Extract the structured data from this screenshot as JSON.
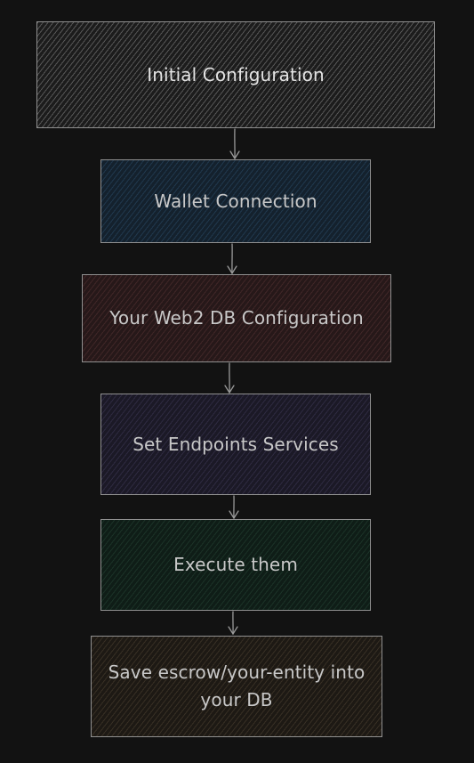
{
  "diagram": {
    "type": "flowchart",
    "direction": "top-to-bottom",
    "steps": [
      {
        "id": "initial-configuration",
        "label": "Initial Configuration",
        "fill": "#1c1c1c"
      },
      {
        "id": "wallet-connection",
        "label": "Wallet Connection",
        "fill": "#14212d"
      },
      {
        "id": "web2-db-configuration",
        "label": "Your Web2 DB Configuration",
        "fill": "#261819"
      },
      {
        "id": "set-endpoints-services",
        "label": "Set Endpoints Services",
        "fill": "#1b1926"
      },
      {
        "id": "execute-them",
        "label": "Execute them",
        "fill": "#0f1d17"
      },
      {
        "id": "save-escrow",
        "label": "Save escrow/your-entity into your DB",
        "fill": "#1d1914"
      }
    ],
    "edges": [
      {
        "from": "initial-configuration",
        "to": "wallet-connection"
      },
      {
        "from": "wallet-connection",
        "to": "web2-db-configuration"
      },
      {
        "from": "web2-db-configuration",
        "to": "set-endpoints-services"
      },
      {
        "from": "set-endpoints-services",
        "to": "execute-them"
      },
      {
        "from": "execute-them",
        "to": "save-escrow"
      }
    ]
  },
  "colors": {
    "background": "#121212",
    "stroke": "#8f8f8f",
    "text": "#c8c8c8"
  }
}
